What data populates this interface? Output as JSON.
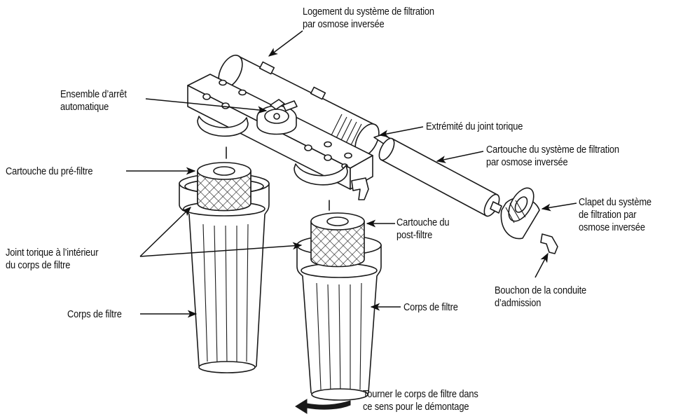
{
  "diagram": {
    "labels": {
      "housing": [
        "Logement du système de filtration",
        "par osmose inversée"
      ],
      "shutoff": [
        "Ensemble d’arrêt",
        "automatique"
      ],
      "oring_end": [
        "Extrémité du joint torique"
      ],
      "ro_cartridge": [
        "Cartouche du système de filtration",
        "par osmose inversée"
      ],
      "prefilter": [
        "Cartouche du pré-filtre"
      ],
      "postfilter": [
        "Cartouche du",
        "post-filtre"
      ],
      "ro_cap": [
        "Clapet du système",
        "de filtration par",
        "osmose inversée"
      ],
      "oring_inside": [
        "Joint torique à l’intérieur",
        "du corps de filtre"
      ],
      "body_left": [
        "Corps de filtre"
      ],
      "body_right": [
        "Corps de filtre"
      ],
      "inlet_plug": [
        "Bouchon de la conduite",
        "d’admission"
      ],
      "turn": [
        "Tourner le corps de filtre dans",
        "ce sens pour le démontage"
      ]
    },
    "ink_color": "#111111"
  }
}
